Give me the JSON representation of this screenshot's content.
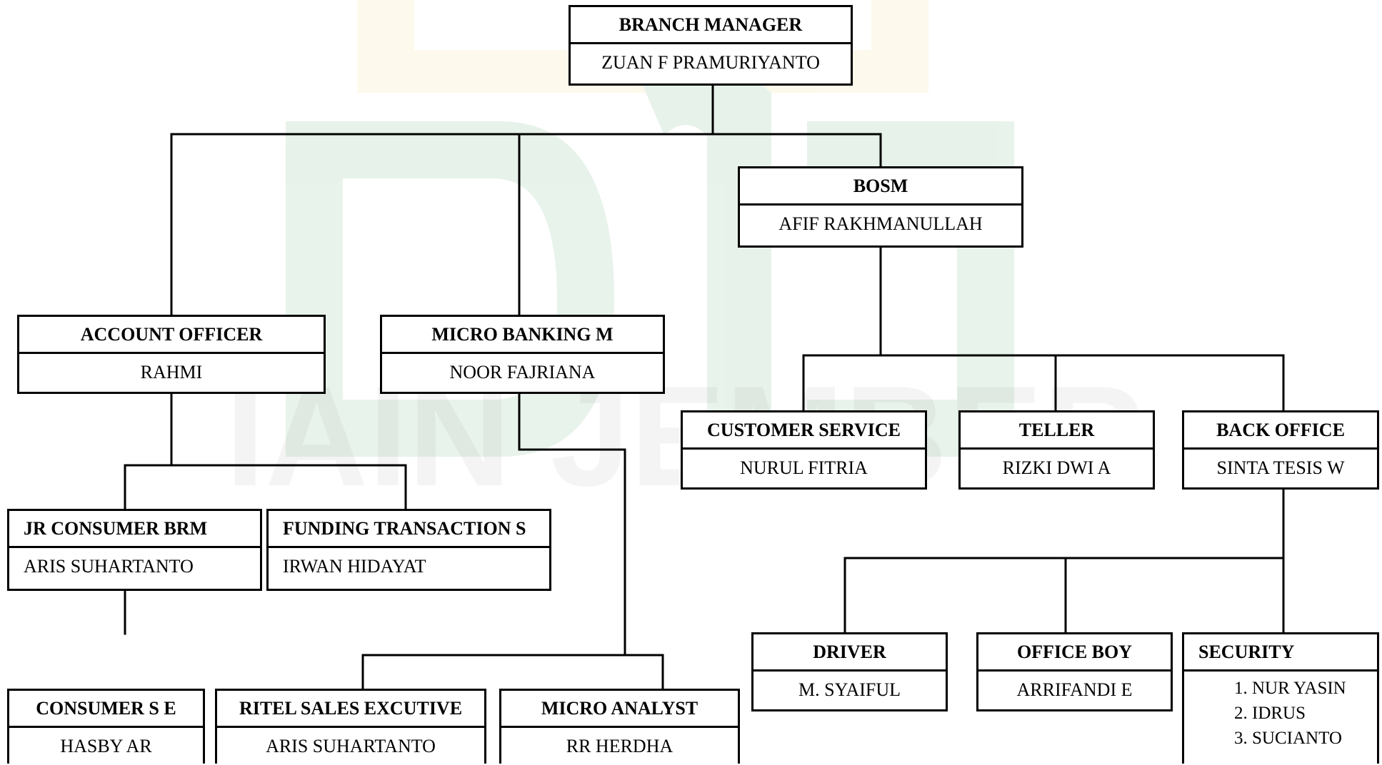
{
  "org_chart": {
    "branch_manager": {
      "title": "BRANCH MANAGER",
      "name": "ZUAN F PRAMURIYANTO"
    },
    "bosm": {
      "title": "BOSM",
      "name": "AFIF RAKHMANULLAH"
    },
    "account_officer": {
      "title": "ACCOUNT OFFICER",
      "name": "RAHMI"
    },
    "micro_banking": {
      "title": "MICRO BANKING M",
      "name": "NOOR FAJRIANA"
    },
    "customer_service": {
      "title": "CUSTOMER SERVICE",
      "name": "NURUL FITRIA"
    },
    "teller": {
      "title": "TELLER",
      "name": "RIZKI DWI A"
    },
    "back_office": {
      "title": "BACK OFFICE",
      "name": "SINTA TESIS W"
    },
    "jr_consumer": {
      "title": "JR CONSUMER BRM",
      "name": "ARIS SUHARTANTO"
    },
    "funding_transaction": {
      "title": "FUNDING TRANSACTION S",
      "name": "IRWAN HIDAYAT"
    },
    "driver": {
      "title": "DRIVER",
      "name": "M. SYAIFUL"
    },
    "office_boy": {
      "title": "OFFICE BOY",
      "name": "ARRIFANDI E"
    },
    "security": {
      "title": "SECURITY",
      "members": [
        "1. NUR YASIN",
        "2. IDRUS",
        "3. SUCIANTO"
      ]
    },
    "consumer_se": {
      "title": "CONSUMER S E",
      "name": "HASBY AR"
    },
    "ritel_sales": {
      "title": "RITEL SALES EXCUTIVE",
      "name": "ARIS SUHARTANTO"
    },
    "micro_analyst": {
      "title": "MICRO ANALYST",
      "name": "RR HERDHA"
    }
  },
  "watermark": {
    "text": "IAIN JEMBER",
    "color": "#1f8a3a",
    "accent": "#e8c94a"
  },
  "colors": {
    "line": "#000000",
    "box_border": "#000000",
    "background": "#ffffff"
  }
}
